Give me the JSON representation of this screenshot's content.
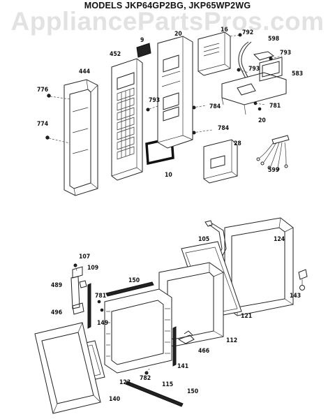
{
  "header": {
    "title": "MODELS JKP64GP2BG, JKP65WP2WG",
    "watermark": "AppliancePartsPros.com"
  },
  "parts": [
    {
      "id": "p9",
      "label": "9"
    },
    {
      "id": "p20a",
      "label": "20"
    },
    {
      "id": "p16",
      "label": "16"
    },
    {
      "id": "p792",
      "label": "792"
    },
    {
      "id": "p598",
      "label": "598"
    },
    {
      "id": "p452",
      "label": "452"
    },
    {
      "id": "p793a",
      "label": "793"
    },
    {
      "id": "p583",
      "label": "583"
    },
    {
      "id": "p444",
      "label": "444"
    },
    {
      "id": "p776",
      "label": "776"
    },
    {
      "id": "p793b",
      "label": "793"
    },
    {
      "id": "p793c",
      "label": "793"
    },
    {
      "id": "p781a",
      "label": "781"
    },
    {
      "id": "p784a",
      "label": "784"
    },
    {
      "id": "p774",
      "label": "774"
    },
    {
      "id": "p20b",
      "label": "20"
    },
    {
      "id": "p784b",
      "label": "784"
    },
    {
      "id": "p28",
      "label": "28"
    },
    {
      "id": "p10",
      "label": "10"
    },
    {
      "id": "p599",
      "label": "599"
    },
    {
      "id": "p124",
      "label": "124"
    },
    {
      "id": "p105",
      "label": "105"
    },
    {
      "id": "p107",
      "label": "107"
    },
    {
      "id": "p109",
      "label": "109"
    },
    {
      "id": "p150a",
      "label": "150"
    },
    {
      "id": "p489",
      "label": "489"
    },
    {
      "id": "p781b",
      "label": "781"
    },
    {
      "id": "p143",
      "label": "143"
    },
    {
      "id": "p496",
      "label": "496"
    },
    {
      "id": "p149",
      "label": "149"
    },
    {
      "id": "p121",
      "label": "121"
    },
    {
      "id": "p112",
      "label": "112"
    },
    {
      "id": "p466",
      "label": "466"
    },
    {
      "id": "p141",
      "label": "141"
    },
    {
      "id": "p123",
      "label": "123"
    },
    {
      "id": "p782",
      "label": "782"
    },
    {
      "id": "p115",
      "label": "115"
    },
    {
      "id": "p150b",
      "label": "150"
    },
    {
      "id": "p140",
      "label": "140"
    }
  ]
}
